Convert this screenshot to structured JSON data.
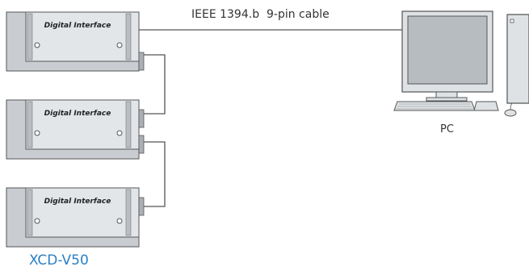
{
  "cable_label": "IEEE 1394.b  9-pin cable",
  "pc_label": "PC",
  "model_label": "XCD-V50",
  "camera_panel_text": "Digital Interface",
  "colors": {
    "camera_body": "#c9cdd1",
    "camera_plate": "#e3e6e9",
    "outline": "#555555",
    "screen": "#b7bcc1",
    "model_label": "#2a7fc4"
  }
}
